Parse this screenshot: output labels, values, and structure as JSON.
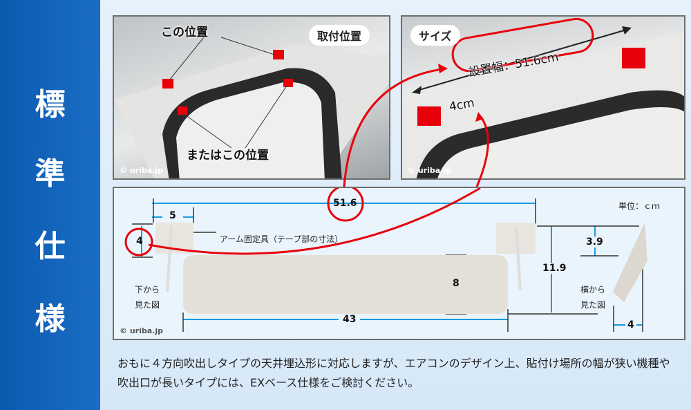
{
  "sidebar": {
    "title_chars": [
      "標",
      "準",
      "仕",
      "様"
    ]
  },
  "photo1": {
    "tag": "取付位置",
    "label_top": "この位置",
    "label_bottom": "またはこの位置",
    "copyright": "© uriba.jp"
  },
  "photo2": {
    "tag": "サイズ",
    "width_label": "設置幅：51.6cm",
    "height_label": "4cm",
    "copyright": "© uriba.jp"
  },
  "diagram": {
    "unit": "単位：ｃｍ",
    "dims": {
      "total_width": "51.6",
      "bracket_width": "5",
      "bracket_height": "4",
      "body_width": "43",
      "body_height": "8",
      "total_height": "11.9",
      "side_offset": "3.9",
      "side_depth": "4"
    },
    "arm_label": "アーム固定具（テープ部の寸法）",
    "bottom_view": [
      "下から",
      "見た図"
    ],
    "side_view": [
      "横から",
      "見た図"
    ],
    "copyright": "© uriba.jp"
  },
  "description": "おもに４方向吹出しタイプの天井埋込形に対応しますが、エアコンのデザイン上、貼付け場所の幅が狭い機種や吹出口が長いタイプには、EXベース仕様をご検討ください。",
  "colors": {
    "sidebar": "#0a5bb0",
    "accent_red": "#e8000b",
    "dimension_blue": "#1a9be0"
  }
}
